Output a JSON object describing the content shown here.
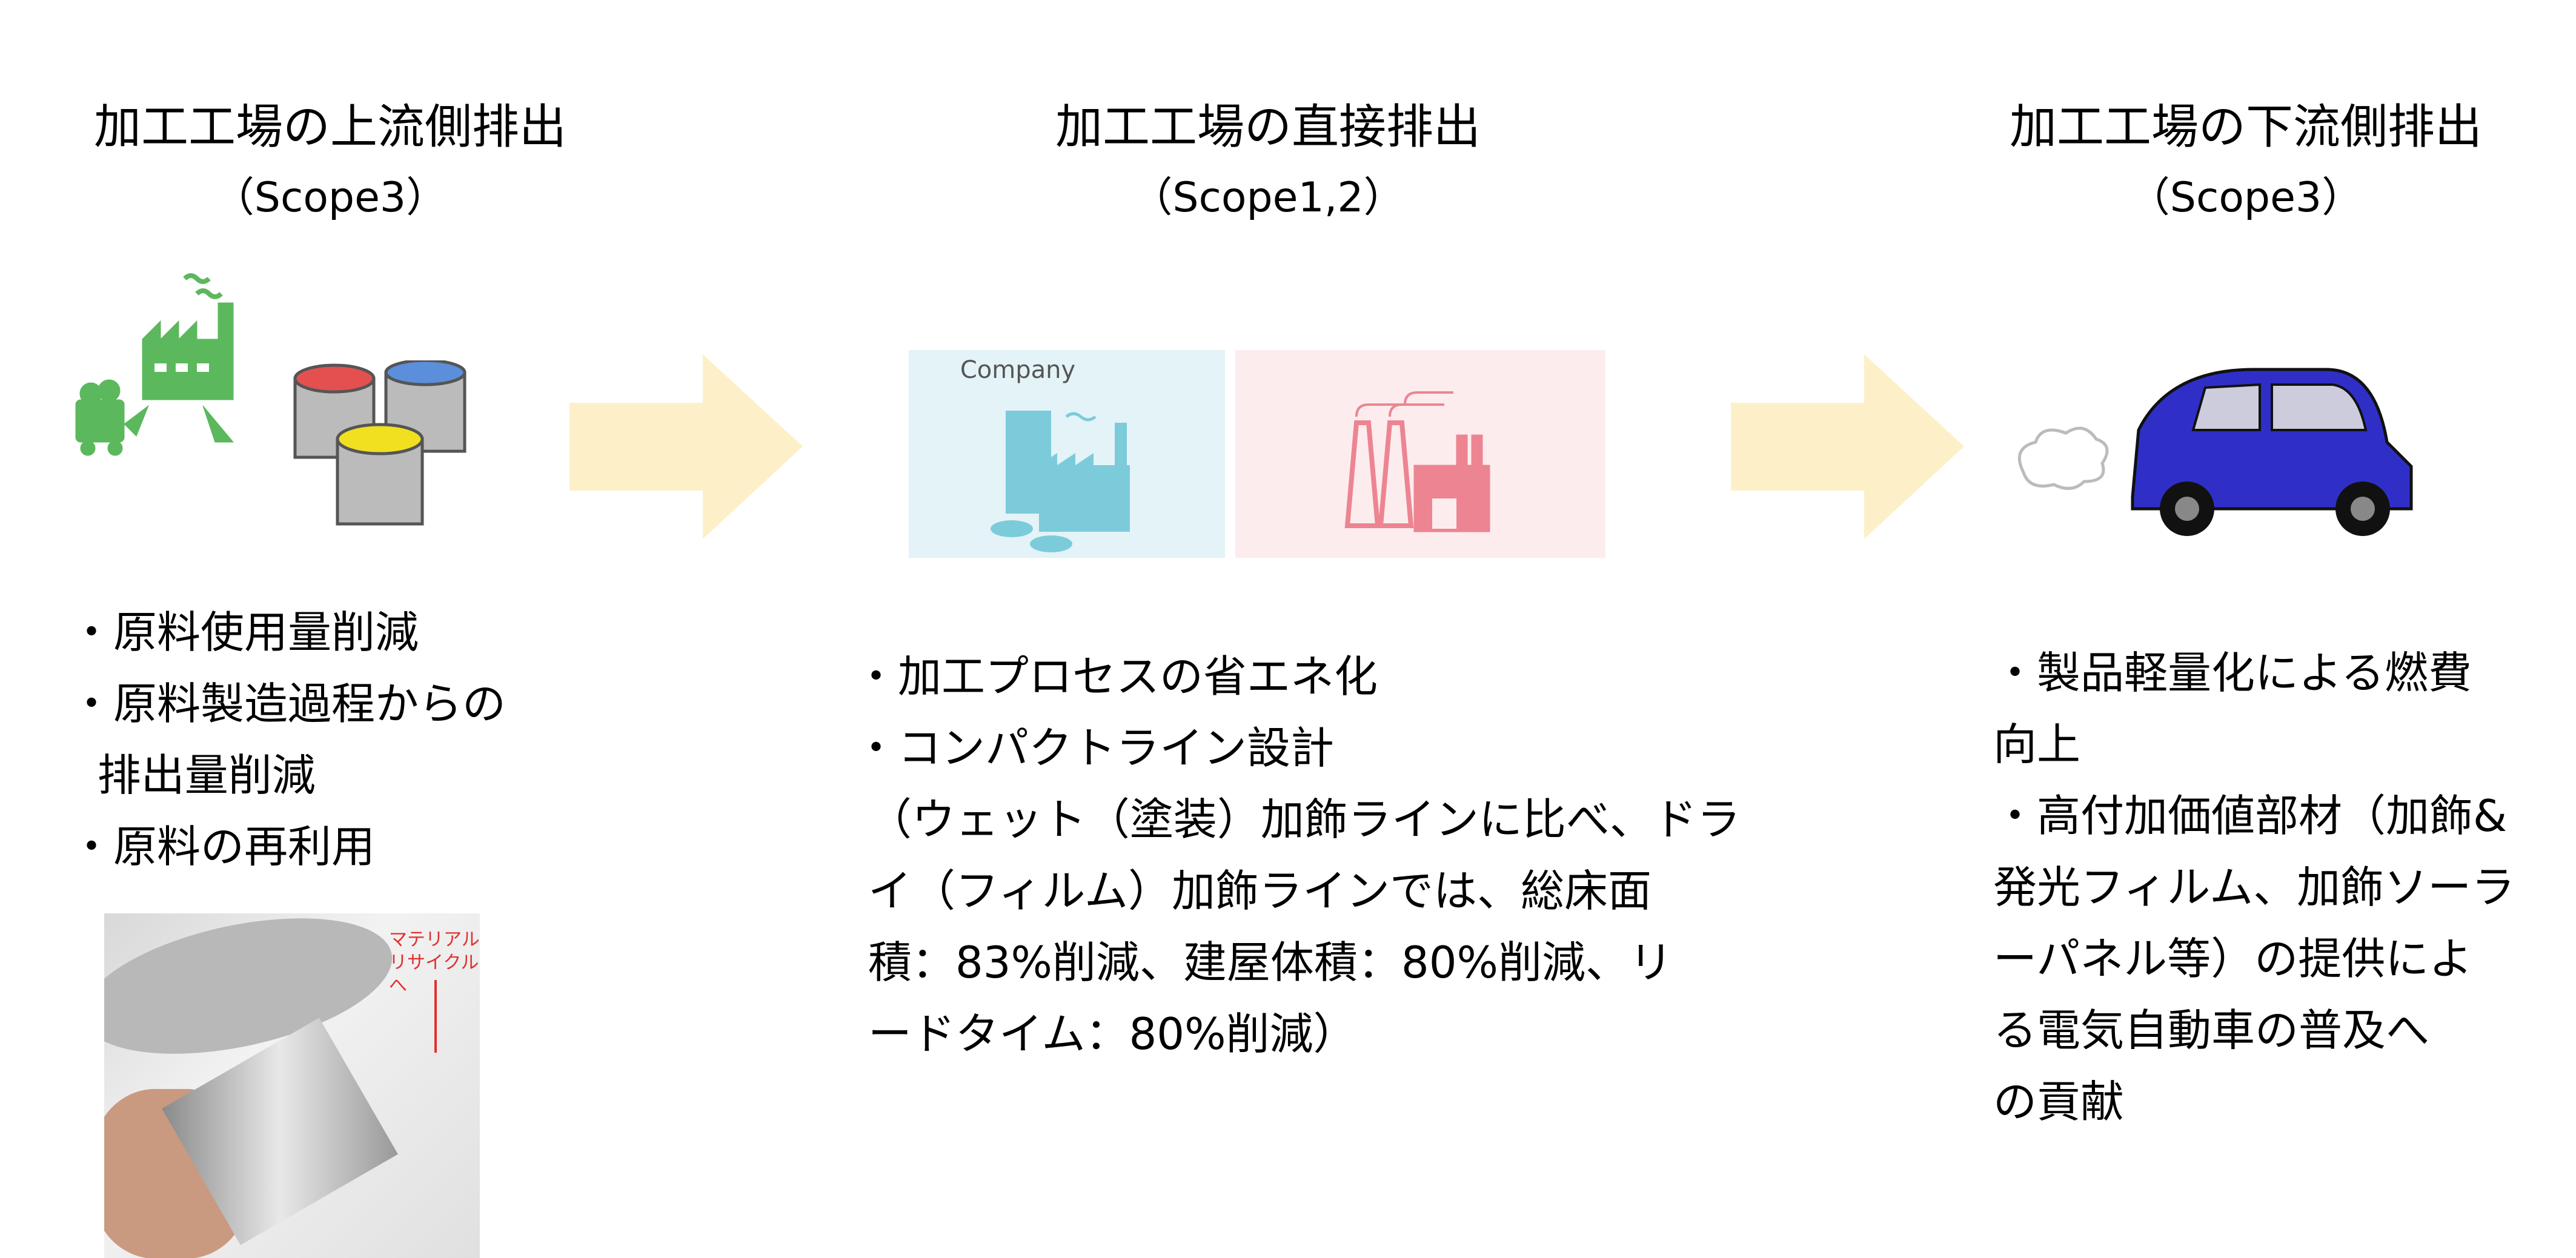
{
  "columns": [
    {
      "title": "加工工場の上流側排出",
      "scope": "（Scope3）",
      "lines": [
        "・原料使用量削減",
        "・原料製造過程からの",
        "  排出量削減",
        "・原料の再利用"
      ],
      "photo_caption": [
        "マテリアル",
        "リサイクルへ"
      ]
    },
    {
      "title": "加工工場の直接排出",
      "scope": "（Scope1,2）",
      "icon_label": "Company",
      "lines": [
        "・加工プロセスの省エネ化",
        "・コンパクトライン設計",
        " （ウェット（塗装）加飾ラインに比べ、ドラ",
        " イ（フィルム）加飾ラインでは、総床面",
        " 積：83%削減、建屋体積：80%削減、リ",
        " ードタイム：80%削減）"
      ]
    },
    {
      "title": "加工工場の下流側排出",
      "scope": "（Scope3）",
      "lines": [
        "・製品軽量化による燃費",
        "向上",
        "・高付加価値部材（加飾&",
        "発光フィルム、加飾ソーラ",
        "ーパネル等）の提供によ",
        "る電気自動車の普及へ",
        "の貢献"
      ]
    }
  ],
  "colors": {
    "arrow": "#fdf0c8",
    "green": "#5cb85c",
    "company_bg": "#e3f3f7",
    "company_icon": "#7ccbdb",
    "pink_bg": "#fdecee",
    "pink_icon": "#ec8591",
    "car": "#2f2fc8"
  }
}
